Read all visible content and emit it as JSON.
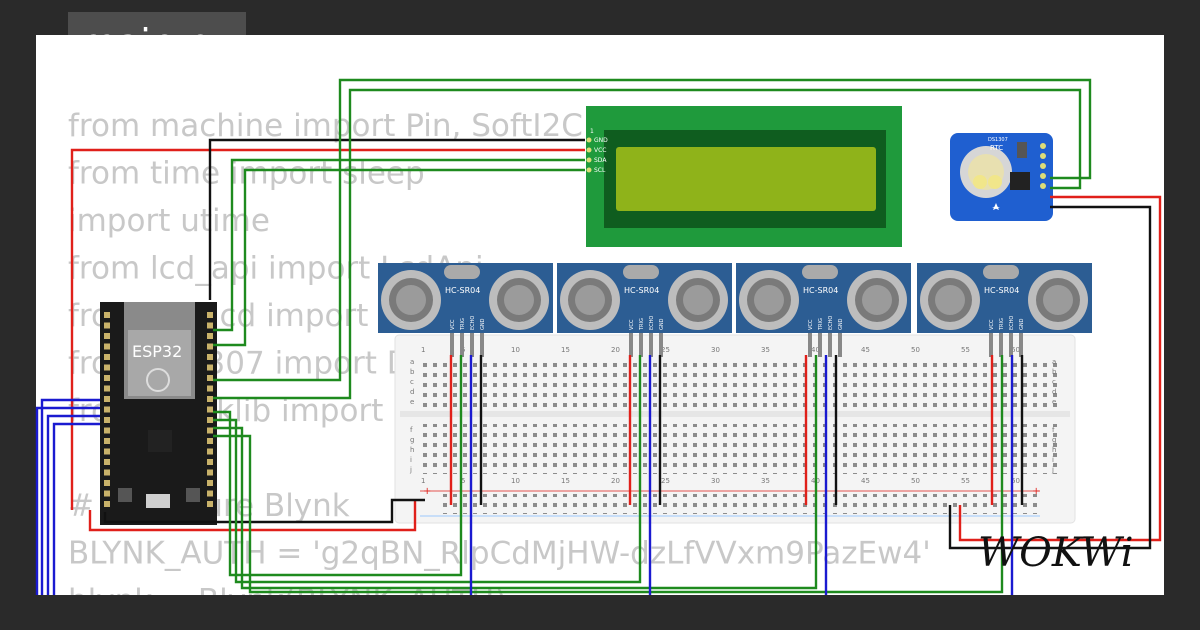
{
  "file_tab": "main.py",
  "code_lines": [
    "from machine import Pin, SoftI2C",
    "from time import sleep",
    "import utime",
    "from lcd_api import LcdApi",
    "from i2c_lcd import I2cLcd",
    "from ds1307 import DS1307",
    "from blynklib import Blynk",
    "",
    "# Configure Blynk",
    "BLYNK_AUTH = 'g2qBN_RlpCdMjHW-dzLfVVxm9PazEw4'",
    "blynk = Blynk(BLYNK_AUTH)"
  ],
  "esp32_label": "ESP32",
  "lcd_pins": [
    "GND",
    "VCC",
    "SDA",
    "SCL"
  ],
  "rtc_label": "RTC",
  "rtc_chip": "DS1307",
  "sensor_label": "HC-SR04",
  "sensor_pins": [
    "VCC",
    "TRIG",
    "ECHO",
    "GND"
  ],
  "breadboard_columns": [
    "1",
    "5",
    "10",
    "15",
    "20",
    "25",
    "30",
    "35",
    "40",
    "45",
    "50",
    "55",
    "60"
  ],
  "breadboard_rows_top": [
    "a",
    "b",
    "c",
    "d",
    "e"
  ],
  "breadboard_rows_bottom": [
    "f",
    "g",
    "h",
    "i",
    "j"
  ],
  "logo": "WOKWi",
  "colors": {
    "wire_red": "#e0201a",
    "wire_green": "#1e8a1e",
    "wire_blue": "#1a1ad0",
    "wire_black": "#111111",
    "lcd_board": "#1f9a3c",
    "lcd_screen": "#8fb31a",
    "sensor_board": "#2c5d93"
  }
}
